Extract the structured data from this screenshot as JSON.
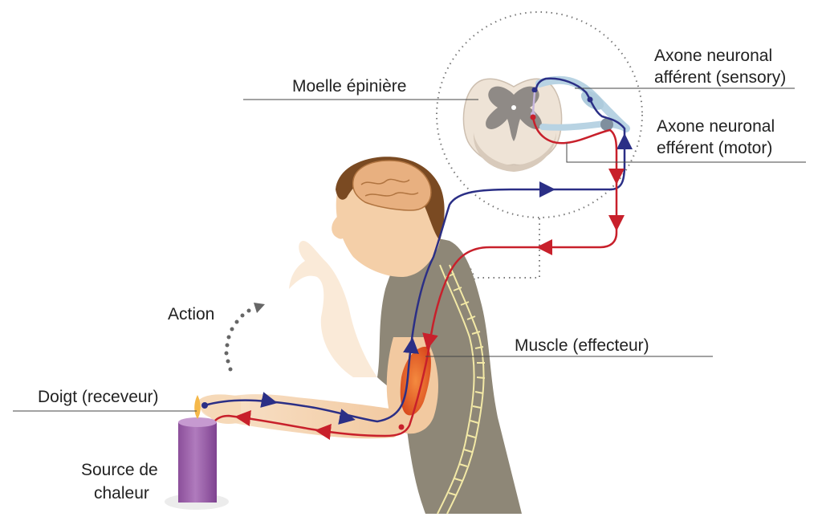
{
  "labels": {
    "spinal_cord": "Moelle épinière",
    "afferent_line1": "Axone neuronal",
    "afferent_line2": "afférent (sensory)",
    "efferent_line1": "Axone neuronal",
    "efferent_line2": "efférent (motor)",
    "action": "Action",
    "muscle": "Muscle  (effecteur)",
    "finger": "Doigt (receveur)",
    "heat_source_line1": "Source de",
    "heat_source_line2": "chaleur"
  },
  "colors": {
    "afferent_nerve": "#2b2f86",
    "efferent_nerve": "#c8202b",
    "skin": "#f6d9b8",
    "shirt": "#8e8777",
    "hair": "#7a4a22",
    "candle": "#9b5fa8",
    "spinal_grey_matter": "#8f8a86",
    "spinal_white_matter": "#e8dcd0",
    "muscle": "#e8632a",
    "spine": "#f3e9a6"
  }
}
